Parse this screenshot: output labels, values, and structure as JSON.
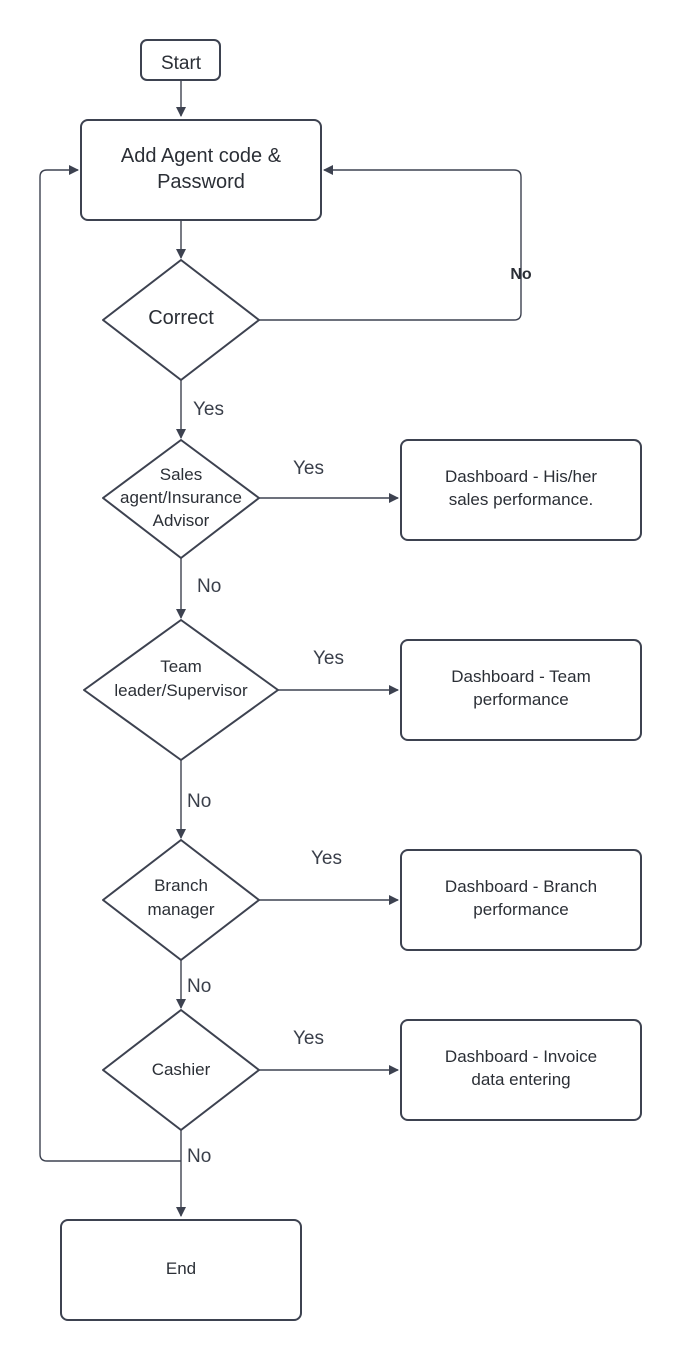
{
  "nodes": {
    "start": "Start",
    "add_agent": [
      "Add Agent code &",
      "Password"
    ],
    "correct": "Correct",
    "sales_agent": [
      "Sales",
      "agent/Insurance",
      "Advisor"
    ],
    "team_leader": [
      "Team",
      "leader/Supervisor"
    ],
    "branch_manager": [
      "Branch",
      "manager"
    ],
    "cashier": "Cashier",
    "end": "End"
  },
  "outputs": {
    "sales_dashboard": [
      "Dashboard - His/her",
      "sales performance."
    ],
    "team_dashboard": [
      "Dashboard - Team",
      "performance"
    ],
    "branch_dashboard": [
      "Dashboard - Branch",
      "performance"
    ],
    "cashier_dashboard": [
      "Dashboard - Invoice",
      "data entering"
    ]
  },
  "edge_labels": {
    "correct_no": "No",
    "correct_yes": "Yes",
    "sales_yes": "Yes",
    "sales_no": "No",
    "team_yes": "Yes",
    "team_no": "No",
    "branch_yes": "Yes",
    "branch_no": "No",
    "cashier_yes": "Yes",
    "cashier_no": "No"
  },
  "colors": {
    "stroke": "#3d4250",
    "text": "#2b2f36",
    "background": "#ffffff"
  }
}
